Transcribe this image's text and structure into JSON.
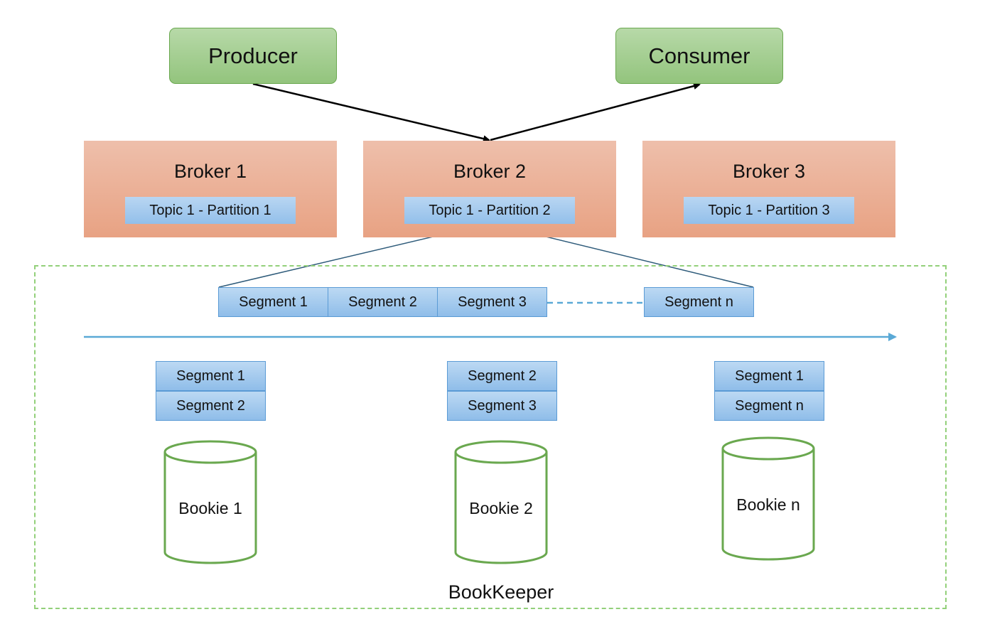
{
  "producer": "Producer",
  "consumer": "Consumer",
  "brokers": [
    {
      "title": "Broker 1",
      "topic": "Topic 1 - Partition 1"
    },
    {
      "title": "Broker 2",
      "topic": "Topic 1 - Partition 2"
    },
    {
      "title": "Broker 3",
      "topic": "Topic 1 - Partition 3"
    }
  ],
  "segment_row": [
    "Segment 1",
    "Segment 2",
    "Segment 3",
    "Segment n"
  ],
  "bookies": [
    {
      "label": "Bookie 1",
      "segments": [
        "Segment 1",
        "Segment 2"
      ]
    },
    {
      "label": "Bookie 2",
      "segments": [
        "Segment 2",
        "Segment 3"
      ]
    },
    {
      "label": "Bookie n",
      "segments": [
        "Segment 1",
        "Segment n"
      ]
    }
  ],
  "bookkeeper_label": "BookKeeper",
  "colors": {
    "node_green": "#93c47d",
    "broker_salmon": "#e8a283",
    "segment_blue": "#9dc3e6",
    "timeline_blue": "#5aa9d6",
    "bookie_green": "#6aa84f"
  }
}
